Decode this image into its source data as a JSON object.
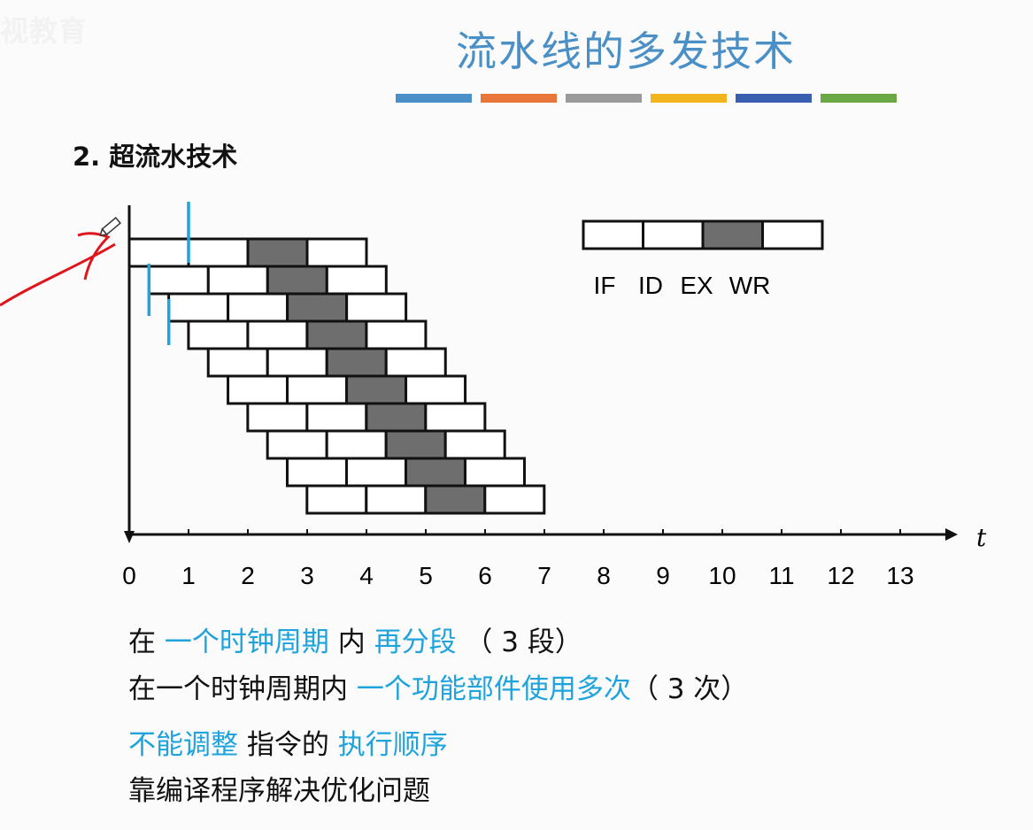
{
  "watermark": "视教育",
  "slide": {
    "title": "流水线的多发技术",
    "title_color": "#4a8fc5",
    "color_bar": [
      "#4a90c8",
      "#e8753a",
      "#9a9a9a",
      "#f2b41d",
      "#3a5fb0",
      "#6aa843"
    ]
  },
  "section": {
    "title": "2. 超流水技术"
  },
  "diagram": {
    "axis_label": "t",
    "ticks": [
      "0",
      "1",
      "2",
      "3",
      "4",
      "5",
      "6",
      "7",
      "8",
      "9",
      "10",
      "11",
      "12",
      "13"
    ],
    "legend": {
      "stages": [
        "IF",
        "ID",
        "EX",
        "WR"
      ],
      "highlight_stage": "EX",
      "highlight_color": "#6e6e6e"
    },
    "instruction_count": 10,
    "offset_per_instruction": 0.333,
    "marker_color": "#1ea3dc",
    "annotation_color": "#e0151b"
  },
  "notes": {
    "line1": {
      "p1": "在 ",
      "h1": "一个时钟周期",
      "p2": " 内 ",
      "h2": "再分段",
      "p3": " （ 3 段）"
    },
    "line2": {
      "p1": "在一个时钟周期内 ",
      "h1": "一个功能部件使用多次",
      "p2": "（ 3 次）"
    },
    "line3": {
      "h1": "不能调整",
      "p1": " 指令的 ",
      "h2": "执行顺序"
    },
    "line4": {
      "p1": "靠编译程序解决优化问题"
    }
  }
}
